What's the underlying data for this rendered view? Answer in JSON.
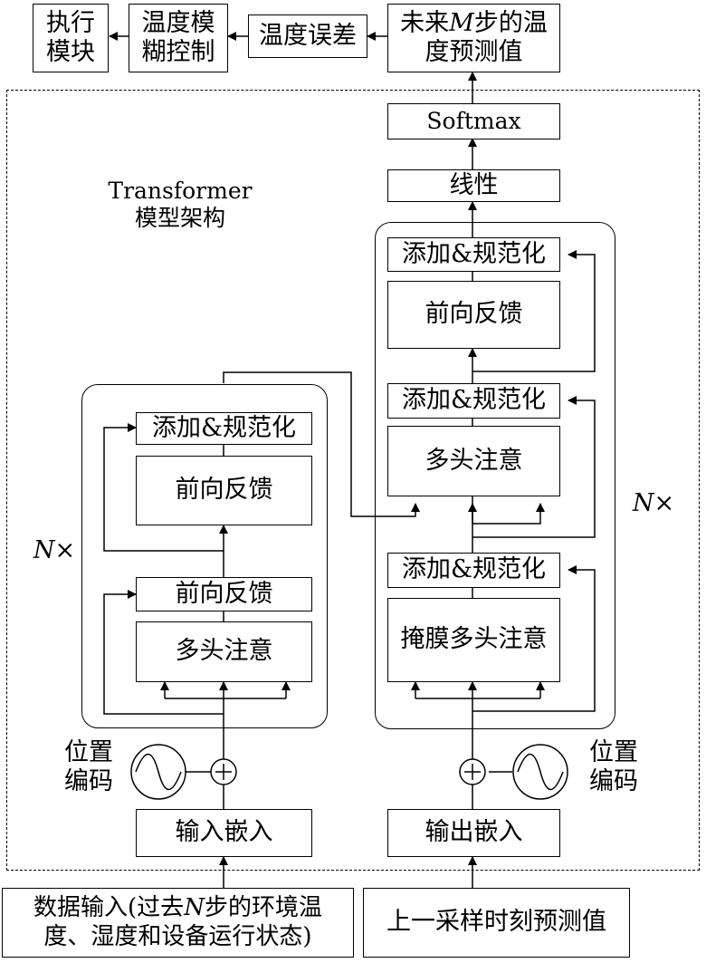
{
  "top": {
    "exec": "执行\n模块",
    "fuzzy": "温度模\n糊控制",
    "error": "温度误差",
    "pred_line1_a": "未来",
    "pred_line1_m": "M",
    "pred_line1_b": "步的温",
    "pred_line2": "度预测值"
  },
  "transformer": {
    "title_line1": "Transformer",
    "title_line2": "模型架构"
  },
  "decoder": {
    "softmax": "Softmax",
    "linear": "线性",
    "addnorm3": "添加&规范化",
    "ffn": "前向反馈",
    "addnorm2": "添加&规范化",
    "mha": "多头注意",
    "addnorm1": "添加&规范化",
    "masked_mha": "掩膜多头注意",
    "nx_n": "N",
    "nx_x": "×",
    "pos_enc": "位置\n编码",
    "embed": "输出嵌入",
    "input": "上一采样时刻预测值"
  },
  "encoder": {
    "addnorm2": "添加&规范化",
    "ffn": "前向反馈",
    "addnorm1": "前向反馈",
    "mha": "多头注意",
    "nx_n": "N",
    "nx_x": "×",
    "pos_enc": "位置\n编码",
    "embed": "输入嵌入",
    "input_a": "数据输入(过去",
    "input_n": "N",
    "input_b": "步的环境温",
    "input_line2": "度、湿度和设备运行状态)"
  }
}
